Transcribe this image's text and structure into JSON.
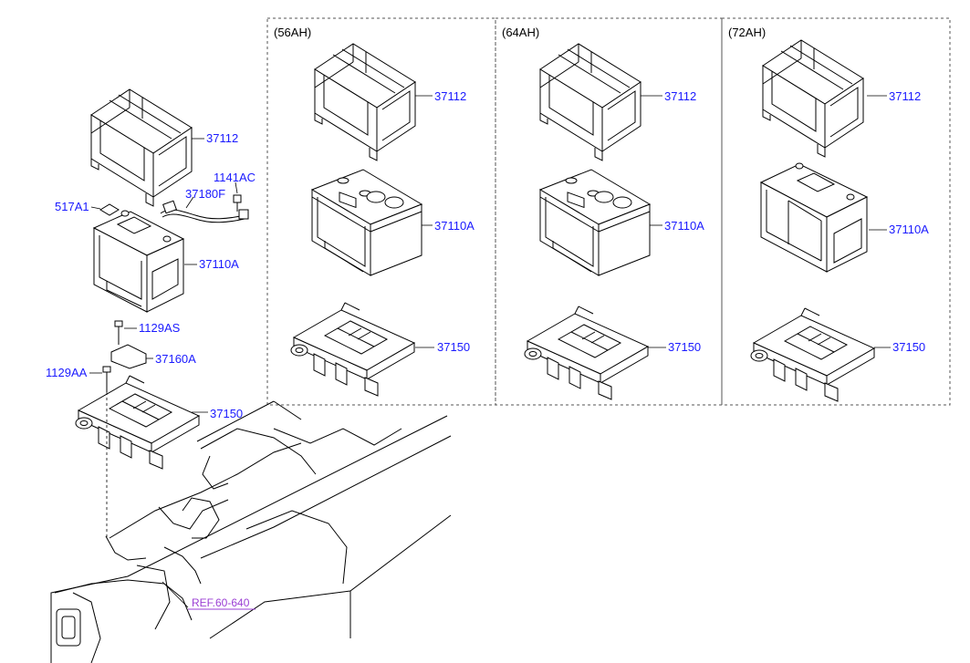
{
  "colors": {
    "part_label": "#1a1aff",
    "ref_label": "#9b3fd4",
    "line": "#000000"
  },
  "main_assembly": {
    "tray_cover_part": "37112",
    "battery_part": "37110A",
    "cable_part": "37180F",
    "bolt_top_part": "1141AC",
    "label_part": "517A1",
    "clamp_bolt_part": "1129AS",
    "clamp_part": "37160A",
    "tray_bolt_part": "1129AA",
    "tray_part": "37150",
    "ref_link": "REF.60-640"
  },
  "variants": [
    {
      "capacity": "(56AH)",
      "cover_part": "37112",
      "battery_part": "37110A",
      "tray_part": "37150"
    },
    {
      "capacity": "(64AH)",
      "cover_part": "37112",
      "battery_part": "37110A",
      "tray_part": "37150"
    },
    {
      "capacity": "(72AH)",
      "cover_part": "37112",
      "battery_part": "37110A",
      "tray_part": "37150"
    }
  ]
}
